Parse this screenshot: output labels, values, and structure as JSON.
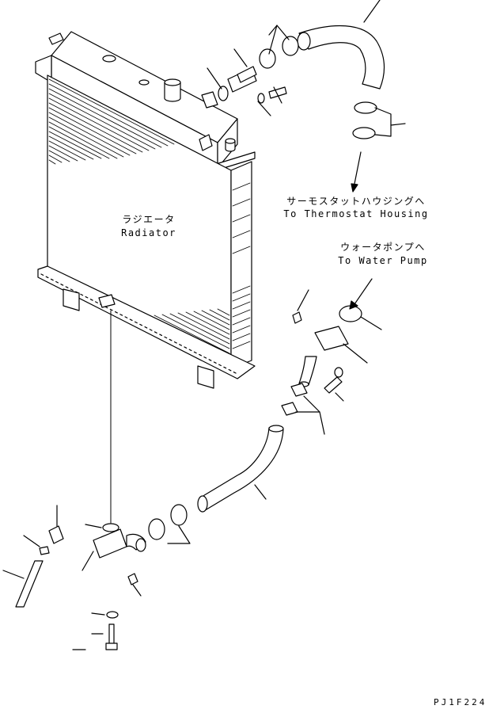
{
  "labels": {
    "radiator_jp": "ラジエータ",
    "radiator_en": "Radiator",
    "thermostat_jp": "サーモスタットハウジングへ",
    "thermostat_en": "To Thermostat Housing",
    "waterpump_jp": "ウォータポンプへ",
    "waterpump_en": "To Water Pump",
    "drawing_code": "PJ1F224"
  }
}
